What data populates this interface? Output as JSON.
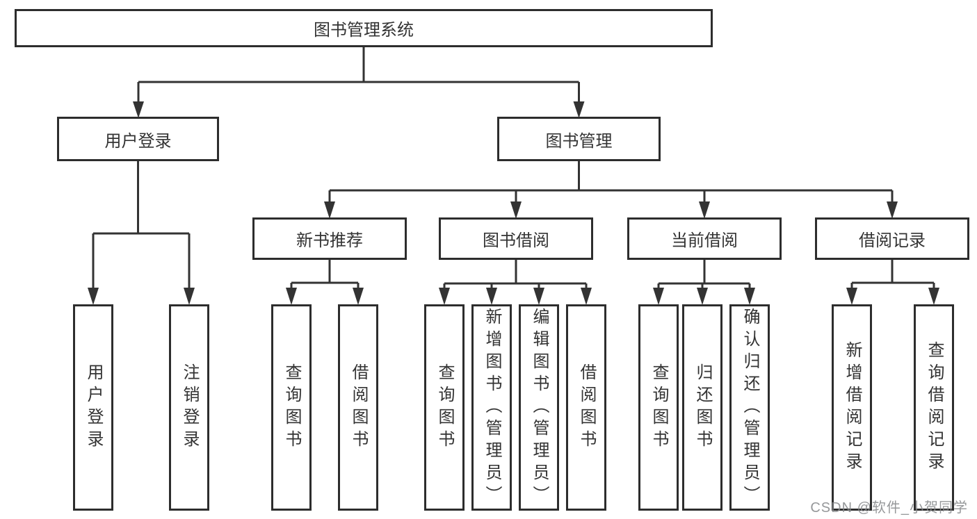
{
  "tree": {
    "label": "图书管理系统",
    "children": [
      {
        "label": "用户登录",
        "children": [
          {
            "label": "用户登录"
          },
          {
            "label": "注销登录"
          }
        ]
      },
      {
        "label": "图书管理",
        "children": [
          {
            "label": "新书推荐",
            "children": [
              {
                "label": "查询图书"
              },
              {
                "label": "借阅图书"
              }
            ]
          },
          {
            "label": "图书借阅",
            "children": [
              {
                "label": "查询图书"
              },
              {
                "label": "新增图书（管理员）"
              },
              {
                "label": "编辑图书（管理员）"
              },
              {
                "label": "借阅图书"
              }
            ]
          },
          {
            "label": "当前借阅",
            "children": [
              {
                "label": "查询图书"
              },
              {
                "label": "归还图书"
              },
              {
                "label": "确认归还（管理员）"
              }
            ]
          },
          {
            "label": "借阅记录",
            "children": [
              {
                "label": "新增借阅记录"
              },
              {
                "label": "查询借阅记录"
              }
            ]
          }
        ]
      }
    ]
  },
  "watermark": {
    "text": "CSDN @软件_小贺同学"
  },
  "colors": {
    "line": "#333333",
    "box_border": "#2d2d2d",
    "text": "#333333",
    "watermark": "#888a8c",
    "background": "#ffffff"
  }
}
